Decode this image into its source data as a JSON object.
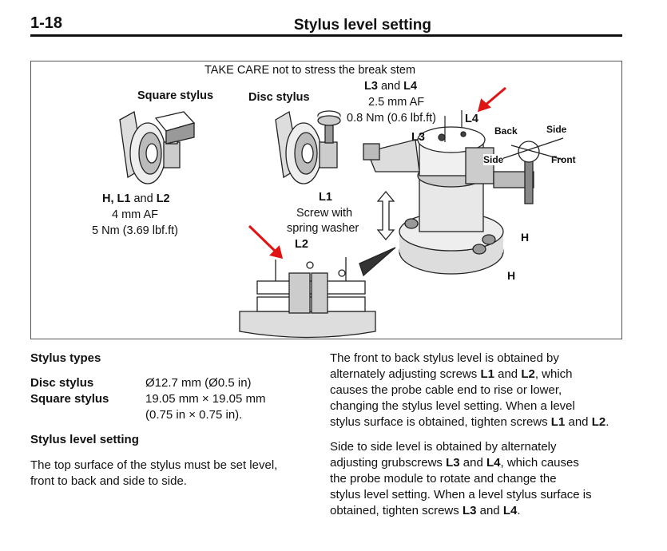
{
  "header": {
    "page_number": "1-18",
    "title": "Stylus level setting"
  },
  "figure": {
    "caution": "TAKE CARE not to stress the break stem",
    "square_stylus_label": "Square stylus",
    "disc_stylus_label": "Disc stylus",
    "l3l4": {
      "a": "L3",
      "and": " and ",
      "b": "L4",
      "af": "2.5 mm AF",
      "torque": "0.8 Nm (0.6 lbf.ft)"
    },
    "l4": "L4",
    "l3": "L3",
    "back": "Back",
    "side_top": "Side",
    "side_mid": "Side",
    "front": "Front",
    "hl1l2": {
      "a": "H, L1",
      "and": " and ",
      "b": "L2",
      "af": "4 mm AF",
      "torque": "5 Nm (3.69 lbf.ft)"
    },
    "l1": {
      "label": "L1",
      "line1": "Screw with",
      "line2": "spring washer"
    },
    "l2": "L2",
    "h1": "H",
    "h2": "H"
  },
  "stylus_types": {
    "heading": "Stylus types",
    "rows": [
      {
        "name": "Disc stylus",
        "value": "Ø12.7 mm (Ø0.5 in)"
      },
      {
        "name": "Square stylus",
        "value": "19.05 mm × 19.05 mm",
        "value2": "(0.75 in × 0.75 in)."
      }
    ]
  },
  "level_setting": {
    "heading": "Stylus level setting",
    "line1": "The top surface of the stylus must be set level,",
    "line2": "front to back and side to side."
  },
  "right_col": {
    "p1": {
      "l1": "The front to back stylus level is obtained by",
      "l2a": "alternately adjusting screws ",
      "l2b": "L1",
      "l2c": " and ",
      "l2d": "L2",
      "l2e": ", which",
      "l3": "causes the probe cable end to rise or lower,",
      "l4": "changing the stylus level setting. When a level",
      "l5a": "stylus surface is obtained, tighten screws ",
      "l5b": "L1",
      "l5c": " and ",
      "l5d": "L2",
      "l5e": "."
    },
    "p2": {
      "l1": "Side to side level is obtained by alternately",
      "l2a": "adjusting grubscrews ",
      "l2b": "L3",
      "l2c": " and ",
      "l2d": "L4",
      "l2e": ", which causes",
      "l3": "the probe module to rotate and change the",
      "l4": "stylus level setting. When a level stylus surface is",
      "l5a": "obtained, tighten screws ",
      "l5b": "L3",
      "l5c": " and ",
      "l5d": "L4",
      "l5e": "."
    }
  },
  "colors": {
    "arrow": "#e01414",
    "text": "#111111",
    "frame": "#555555"
  }
}
